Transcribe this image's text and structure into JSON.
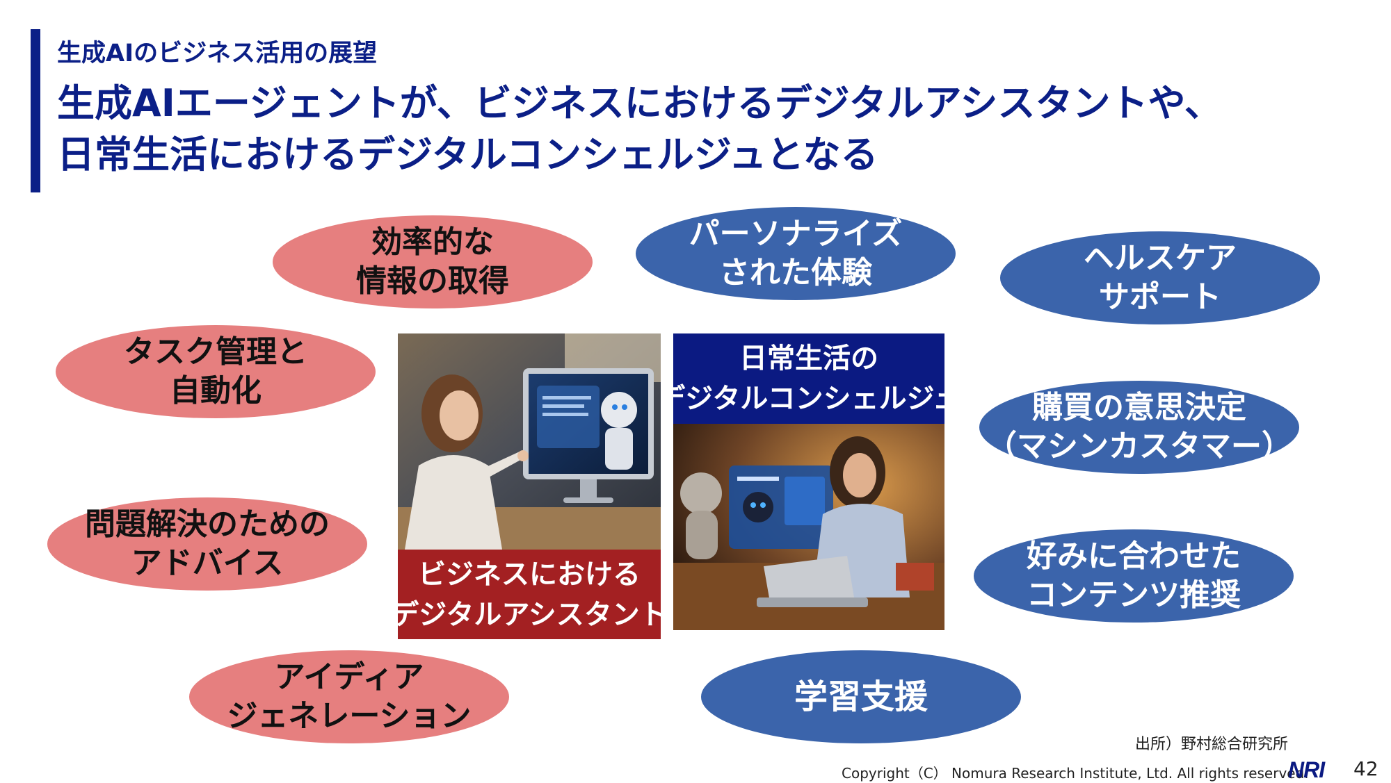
{
  "header": {
    "subtitle": "生成AIのビジネス活用の展望",
    "title_line1": "生成AIエージェントが、ビジネスにおけるデジタルアシスタントや、",
    "title_line2": "日常生活におけるデジタルコンシェルジュとなる"
  },
  "bubbles_left": [
    {
      "line1": "効率的な",
      "line2": "情報の取得"
    },
    {
      "line1": "タスク管理と",
      "line2": "自動化"
    },
    {
      "line1": "問題解決のための",
      "line2": "アドバイス"
    },
    {
      "line1": "アイディア",
      "line2": "ジェネレーション"
    }
  ],
  "bubbles_right": [
    {
      "line1": "パーソナライズ",
      "line2": "された体験"
    },
    {
      "line1": "ヘルスケア",
      "line2": "サポート"
    },
    {
      "line1": "購買の意思決定",
      "line2": "（マシンカスタマー）"
    },
    {
      "line1": "好みに合わせた",
      "line2": "コンテンツ推奨"
    },
    {
      "line1": "学習支援"
    }
  ],
  "panels": {
    "business": {
      "line1": "ビジネスにおける",
      "line2": "デジタルアシスタント"
    },
    "daily": {
      "line1": "日常生活の",
      "line2": "デジタルコンシェルジュ"
    }
  },
  "footer": {
    "source": "出所）野村総合研究所",
    "copyright": "Copyright（C） Nomura Research Institute, Ltd. All rights reserved.",
    "logo": "NRI",
    "page": "42"
  },
  "colors": {
    "navy": "#0b1f87",
    "pink": "#e67f7f",
    "blue": "#3b64ab",
    "red": "#a32022"
  }
}
